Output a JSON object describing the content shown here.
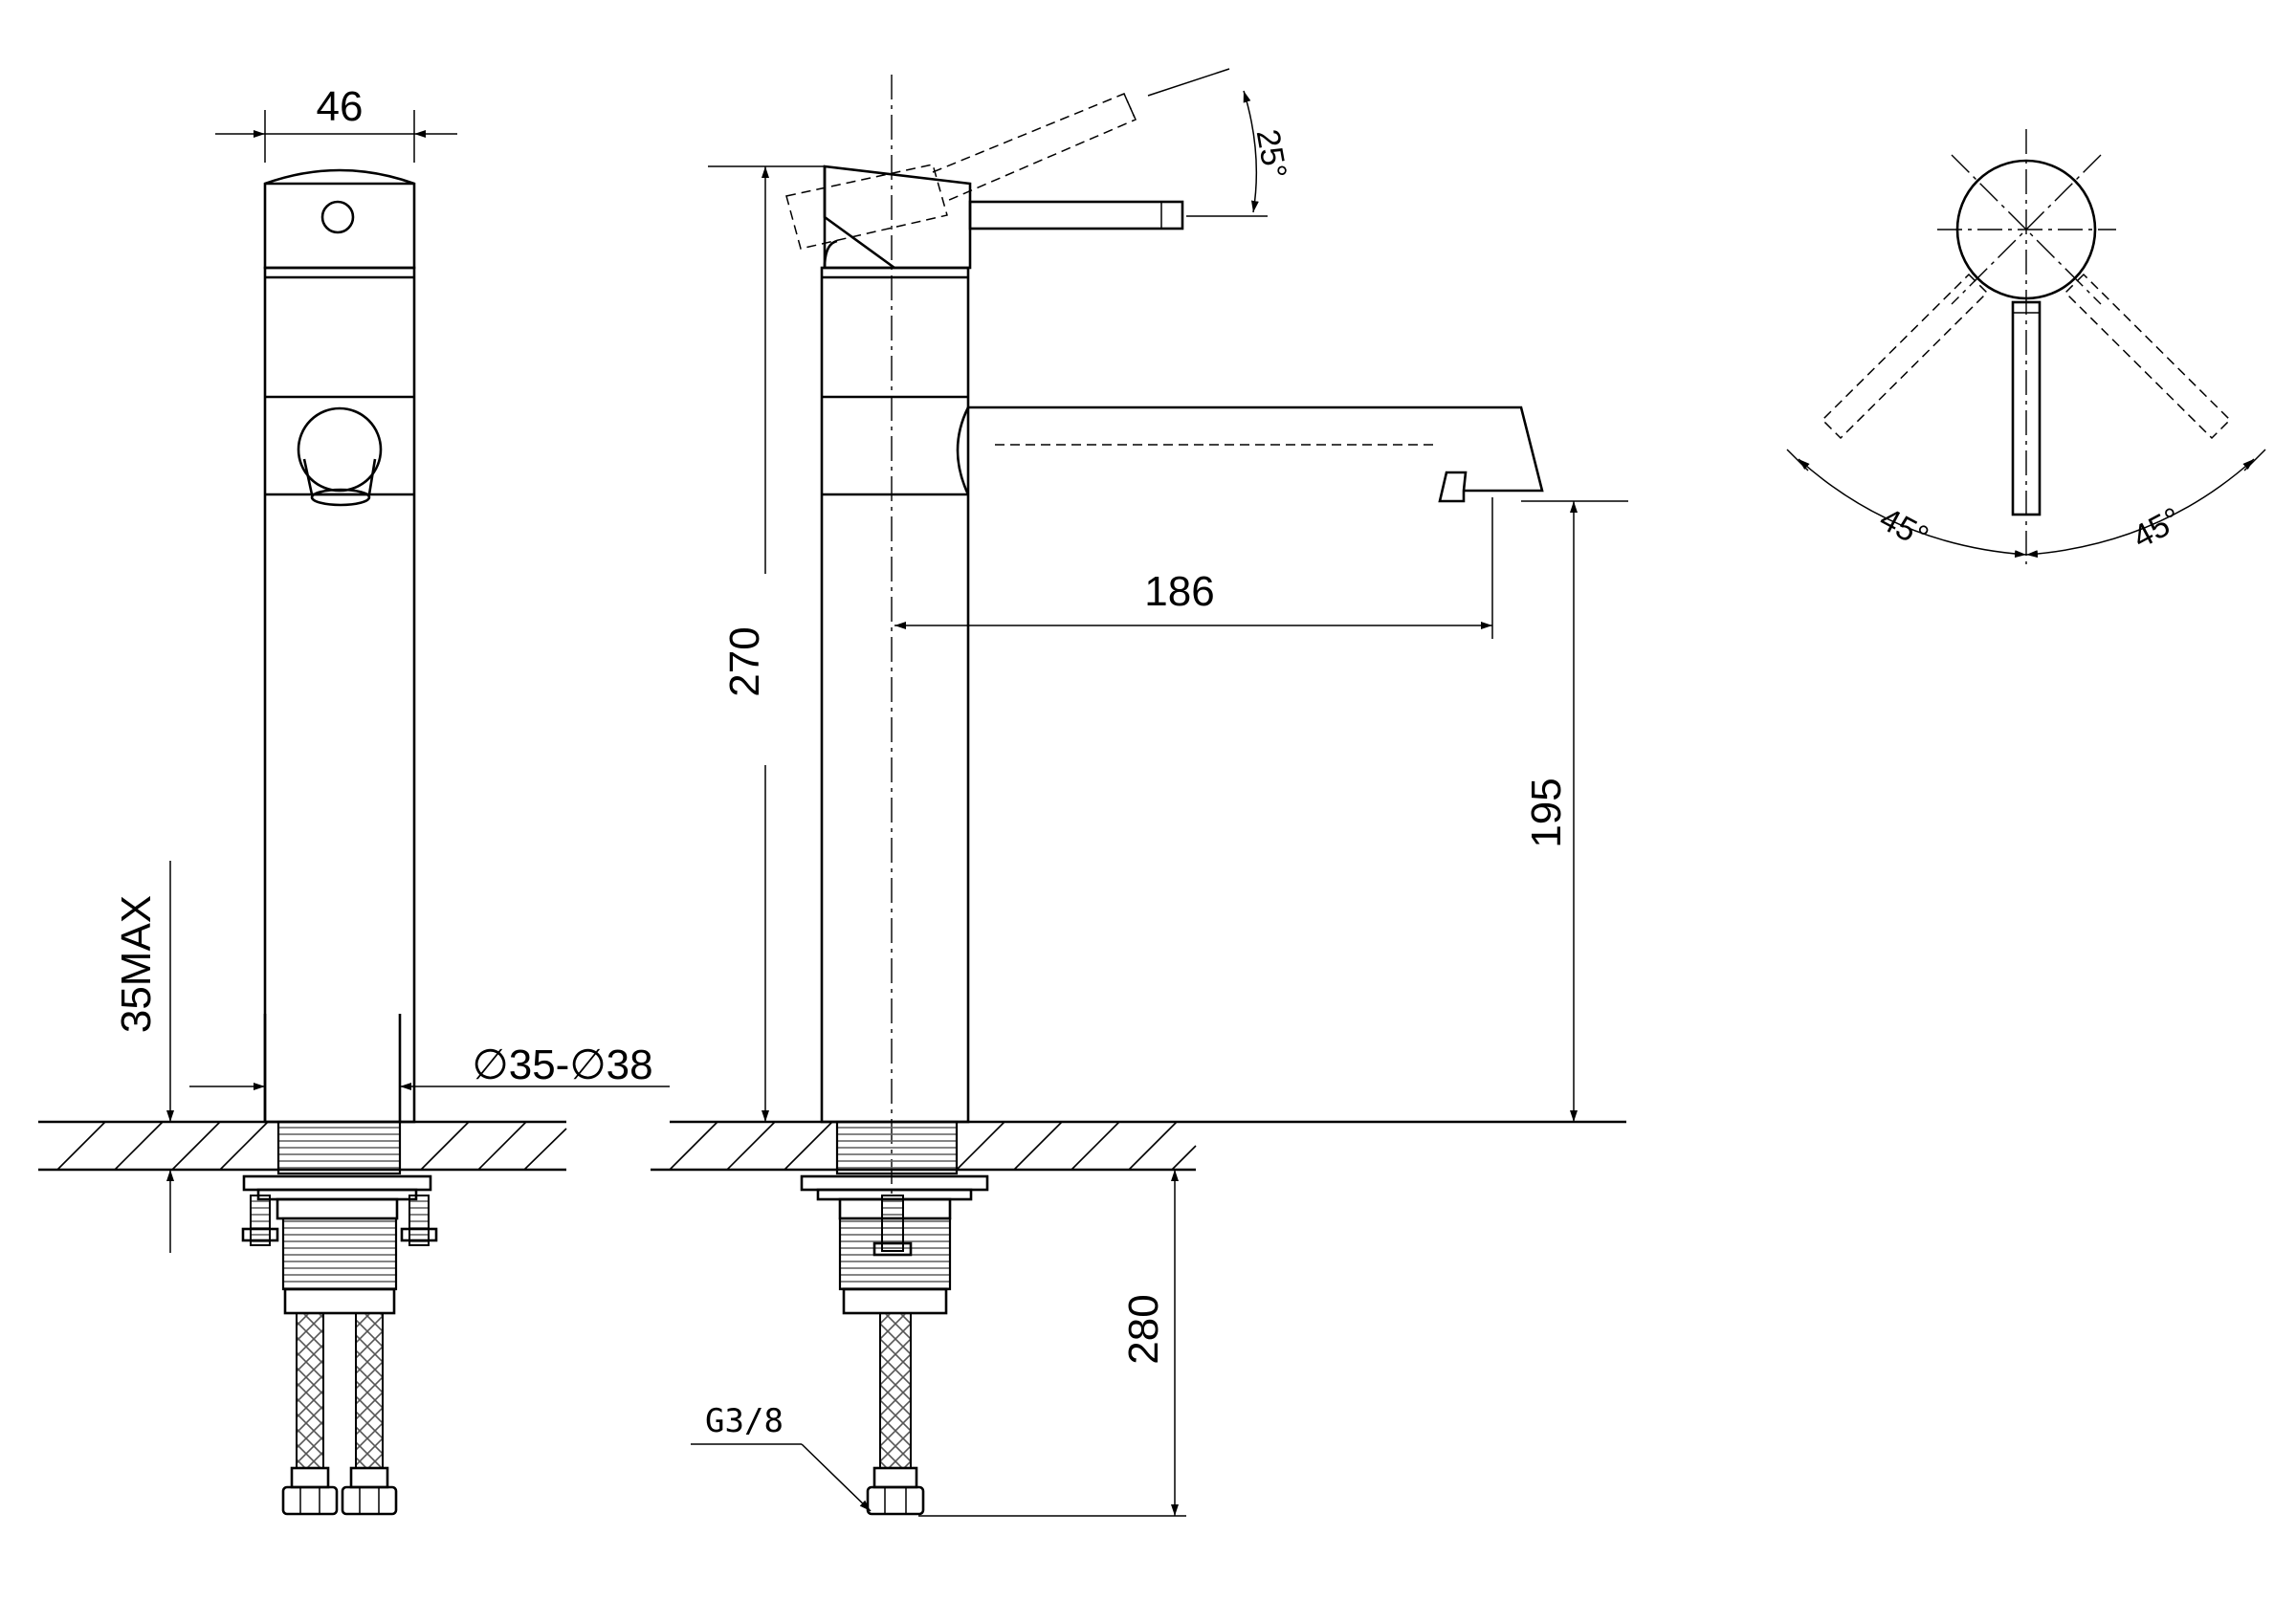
{
  "labels": {
    "width_top": "46",
    "deck_max": "35MAX",
    "hole_diameter": "∅35-∅38",
    "total_height": "270",
    "spout_reach": "186",
    "spout_height": "195",
    "lever_angle": "25°",
    "hose_length": "280",
    "thread_spec": "G3/8",
    "swing_left": "45°",
    "swing_right": "45°"
  }
}
